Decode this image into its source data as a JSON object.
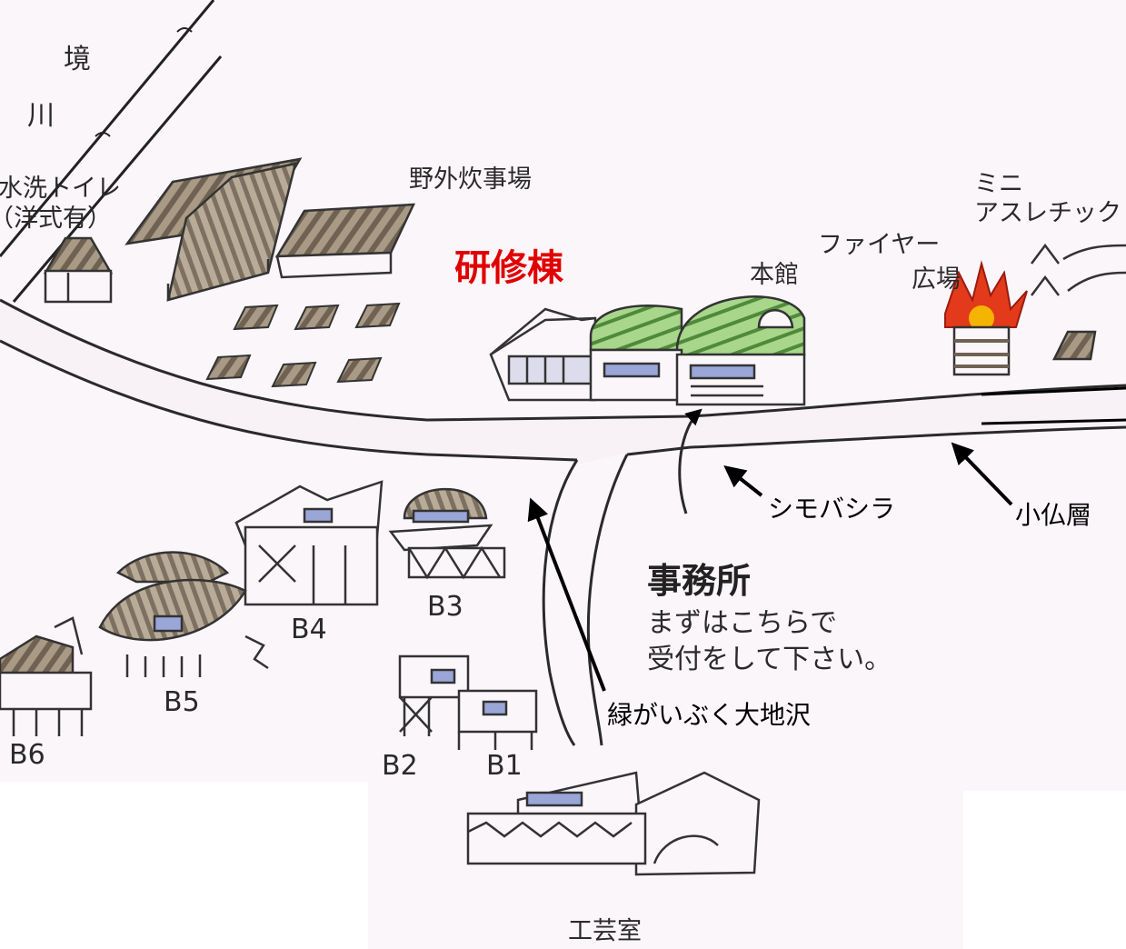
{
  "colors": {
    "paper": "#fcf7fb",
    "road": "#f8f2f6",
    "highlight": "#e00000",
    "roof_green": "#8fc46e",
    "roof_brown": "#8b7b68",
    "fire_red": "#e23a1a",
    "fire_yellow": "#f4b400",
    "window_blue": "#6b7fc8"
  },
  "labels": {
    "river_1": "境",
    "river_2": "川",
    "toilet_1": "水洗トイレ",
    "toilet_2": "（洋式有）",
    "cooking": "野外炊事場",
    "training": "研修棟",
    "main": "本館",
    "fire_1": "ファイヤー",
    "fire_2": "広場",
    "athletic_1": "ミニ",
    "athletic_2": "アスレチック",
    "b1": "B1",
    "b2": "B2",
    "b3": "B3",
    "b4": "B4",
    "b5": "B5",
    "b6": "B6",
    "office_title": "事務所",
    "office_line1": "まずはこちらで",
    "office_line2": "受付をして下さい。",
    "shimobashira": "シモバシラ",
    "kobotoke": "小仏層",
    "midori": "緑がいぶく大地沢",
    "crafts": "工芸室"
  },
  "icons": [
    "river",
    "road",
    "toilet-building",
    "cooking-shelter",
    "bench",
    "main-building",
    "fire-pit",
    "bungalow",
    "arrow",
    "craft-building"
  ]
}
